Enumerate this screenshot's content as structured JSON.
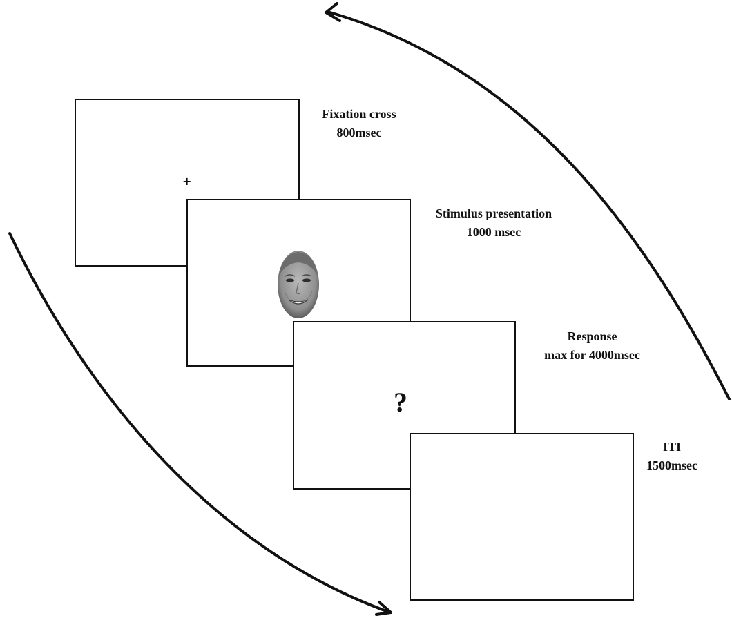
{
  "steps": [
    {
      "title": "Fixation cross",
      "duration": "800msec",
      "screen_symbol": "+"
    },
    {
      "title": "Stimulus presentation",
      "duration": "1000 msec",
      "screen_symbol": "face-image"
    },
    {
      "title": "Response",
      "duration": "max for 4000msec",
      "screen_symbol": "?"
    },
    {
      "title": "ITI",
      "duration": "1500msec",
      "screen_symbol": ""
    }
  ],
  "colors": {
    "line": "#111111",
    "screen_background": "#ffffff"
  }
}
